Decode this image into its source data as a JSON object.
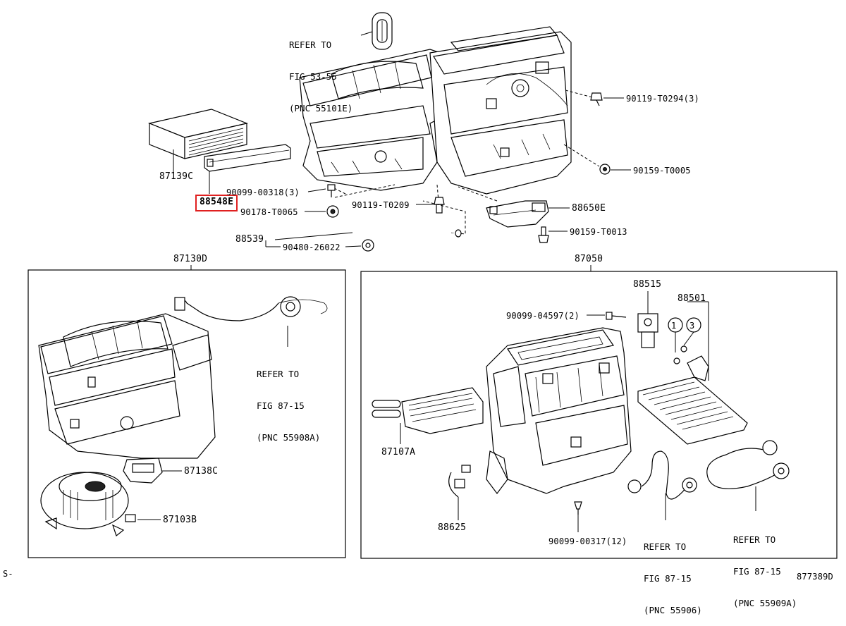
{
  "diagram": {
    "part_labels": {
      "p87139c": "87139C",
      "p88548e": "88548E",
      "p90099_00318": "90099-00318(3)",
      "p90178_t0065": "90178-T0065",
      "p90119_t0209": "90119-T0209",
      "p88539": "88539",
      "p90480_26022": "90480-26022",
      "p90119_t0294": "90119-T0294(3)",
      "p90159_t0005": "90159-T0005",
      "p88650e": "88650E",
      "p90159_t0013": "90159-T0013",
      "p87130d": "87130D",
      "p87050": "87050",
      "p87138c": "87138C",
      "p87103b": "87103B",
      "p88515": "88515",
      "p88501": "88501",
      "p90099_04597": "90099-04597(2)",
      "p87107a": "87107A",
      "p88625": "88625",
      "p90099_00317": "90099-00317(12)"
    },
    "refs": {
      "top": [
        "REFER TO",
        "FIG 53-55",
        "(PNC 55101E)"
      ],
      "left_box": [
        "REFER TO",
        "FIG 87-15",
        "(PNC 55908A)"
      ],
      "right_mid": [
        "REFER TO",
        "FIG 87-15",
        "(PNC 55906)"
      ],
      "right_end": [
        "REFER TO",
        "FIG 87-15",
        "(PNC 55909A)"
      ]
    },
    "circled_markers": [
      "1",
      "3"
    ],
    "footer_left": "S-",
    "footer_right": "877389D",
    "highlight_color": "#e02020"
  }
}
